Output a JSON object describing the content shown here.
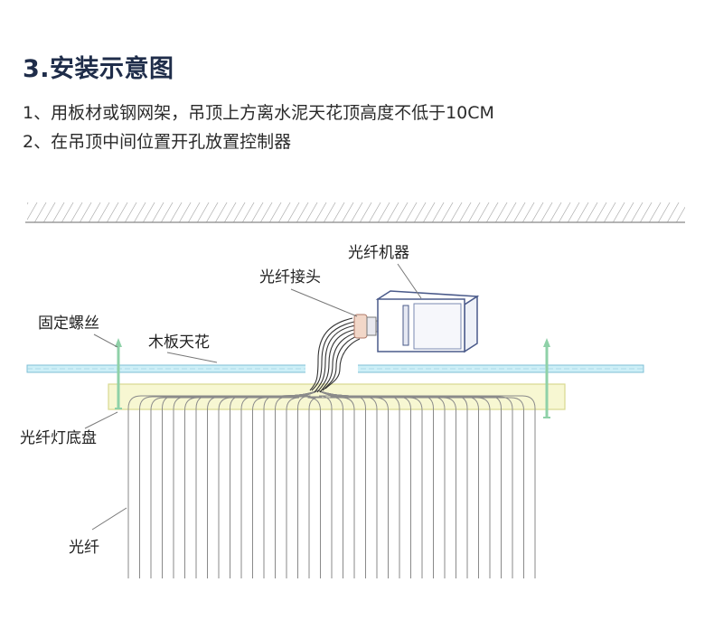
{
  "title": "3.安装示意图",
  "instructions": [
    "1、用板材或钢网架，吊顶上方离水泥天花顶高度不低于10CM",
    "2、在吊顶中间位置开孔放置控制器"
  ],
  "labels": {
    "machine": "光纤机器",
    "connector": "光纤接头",
    "screw": "固定螺丝",
    "wood_ceiling": "木板天花",
    "base_plate": "光纤灯底盘",
    "fiber": "光纤"
  },
  "colors": {
    "title": "#1f2d4a",
    "board": "#bfe6f2",
    "board_stroke": "#7fbfd6",
    "base_plate": "#f3f3c8",
    "fiber": "#8a8a8a",
    "screw": "#7fc49a"
  }
}
